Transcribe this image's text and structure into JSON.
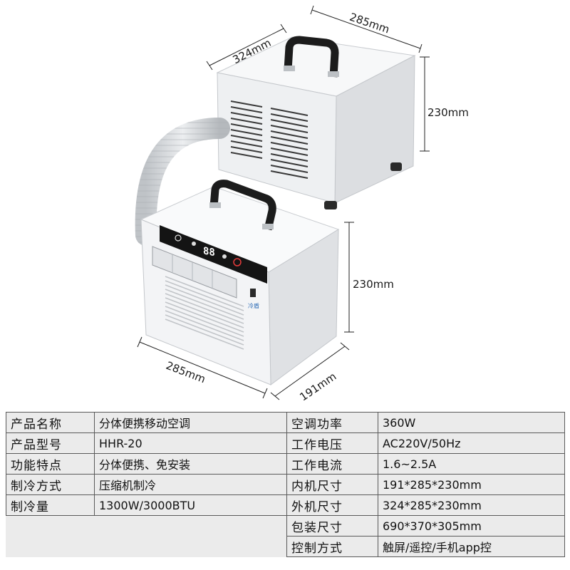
{
  "dimensions": {
    "outdoor_depth": "324mm",
    "outdoor_width": "285mm",
    "outdoor_height": "230mm",
    "indoor_height": "230mm",
    "indoor_width": "285mm",
    "indoor_depth": "191mm"
  },
  "display": {
    "digits": "88"
  },
  "brand_mark": "冷盾",
  "specs_left": [
    {
      "label": "产品名称",
      "value": "分体便携移动空调"
    },
    {
      "label": "产品型号",
      "value": "HHR-20"
    },
    {
      "label": "功能特点",
      "value": "分体便携、免安装"
    },
    {
      "label": "制冷方式",
      "value": "压缩机制冷"
    },
    {
      "label": "制冷量",
      "value": "1300W/3000BTU"
    }
  ],
  "specs_right": [
    {
      "label": "空调功率",
      "value": "360W"
    },
    {
      "label": "工作电压",
      "value": "AC220V/50Hz"
    },
    {
      "label": "工作电流",
      "value": "1.6~2.5A"
    },
    {
      "label": "内机尺寸",
      "value": "191*285*230mm"
    },
    {
      "label": "外机尺寸",
      "value": "324*285*230mm"
    },
    {
      "label": "包装尺寸",
      "value": "690*370*305mm"
    },
    {
      "label": "控制方式",
      "value": "触屏/遥控/手机app控"
    }
  ],
  "colors": {
    "unit_body": "#f1f2f4",
    "unit_shadow": "#d9dbde",
    "handle": "#1c1c1c",
    "panel": "#141414",
    "table_bg": "#ebebeb",
    "border": "#5a5a5a"
  }
}
